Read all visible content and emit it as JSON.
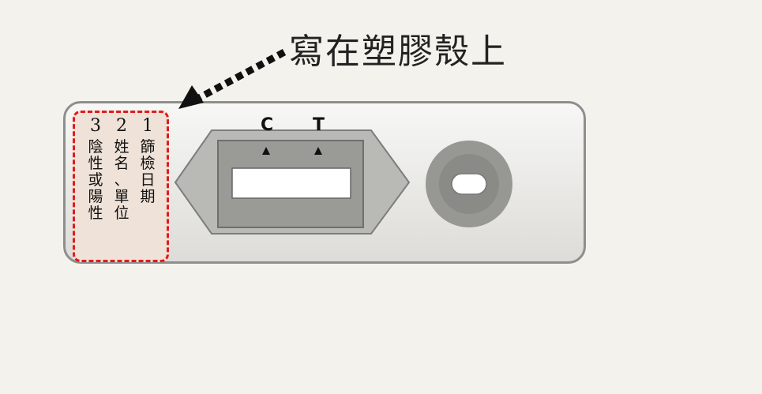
{
  "callout": {
    "text": "寫在塑膠殼上"
  },
  "label_columns": [
    {
      "number": "1",
      "chars": [
        "篩",
        "檢",
        "日",
        "期"
      ]
    },
    {
      "number": "2",
      "chars": [
        "姓",
        "名",
        "、",
        "單",
        "位"
      ]
    },
    {
      "number": "3",
      "chars": [
        "陰",
        "性",
        "或",
        "陽",
        "性"
      ]
    }
  ],
  "markers": {
    "control": "C",
    "test": "T"
  },
  "colors": {
    "dashed_border": "#e01b1b",
    "arrow": "#111111"
  }
}
